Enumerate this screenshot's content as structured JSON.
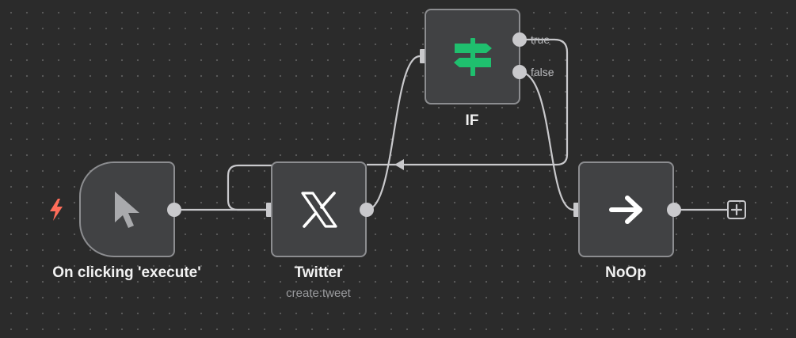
{
  "nodes": {
    "trigger": {
      "title": "On clicking 'execute'"
    },
    "twitter": {
      "title": "Twitter",
      "subtitle": "create:tweet"
    },
    "if": {
      "title": "IF",
      "output_true": "true",
      "output_false": "false"
    },
    "noop": {
      "title": "NoOp"
    }
  },
  "icons": {
    "trigger": "cursor-pointer-icon",
    "trigger_badge": "lightning-bolt-icon",
    "twitter": "x-logo-icon",
    "if": "signpost-icon",
    "noop": "arrow-right-icon",
    "add": "plus-icon"
  },
  "colors": {
    "canvas_background": "#2b2b2b",
    "node_background": "#414244",
    "node_border": "#8c8d90",
    "connection": "#c9c9cc",
    "trigger_bolt": "#ff6d5a",
    "if_icon": "#1fbf6e"
  }
}
